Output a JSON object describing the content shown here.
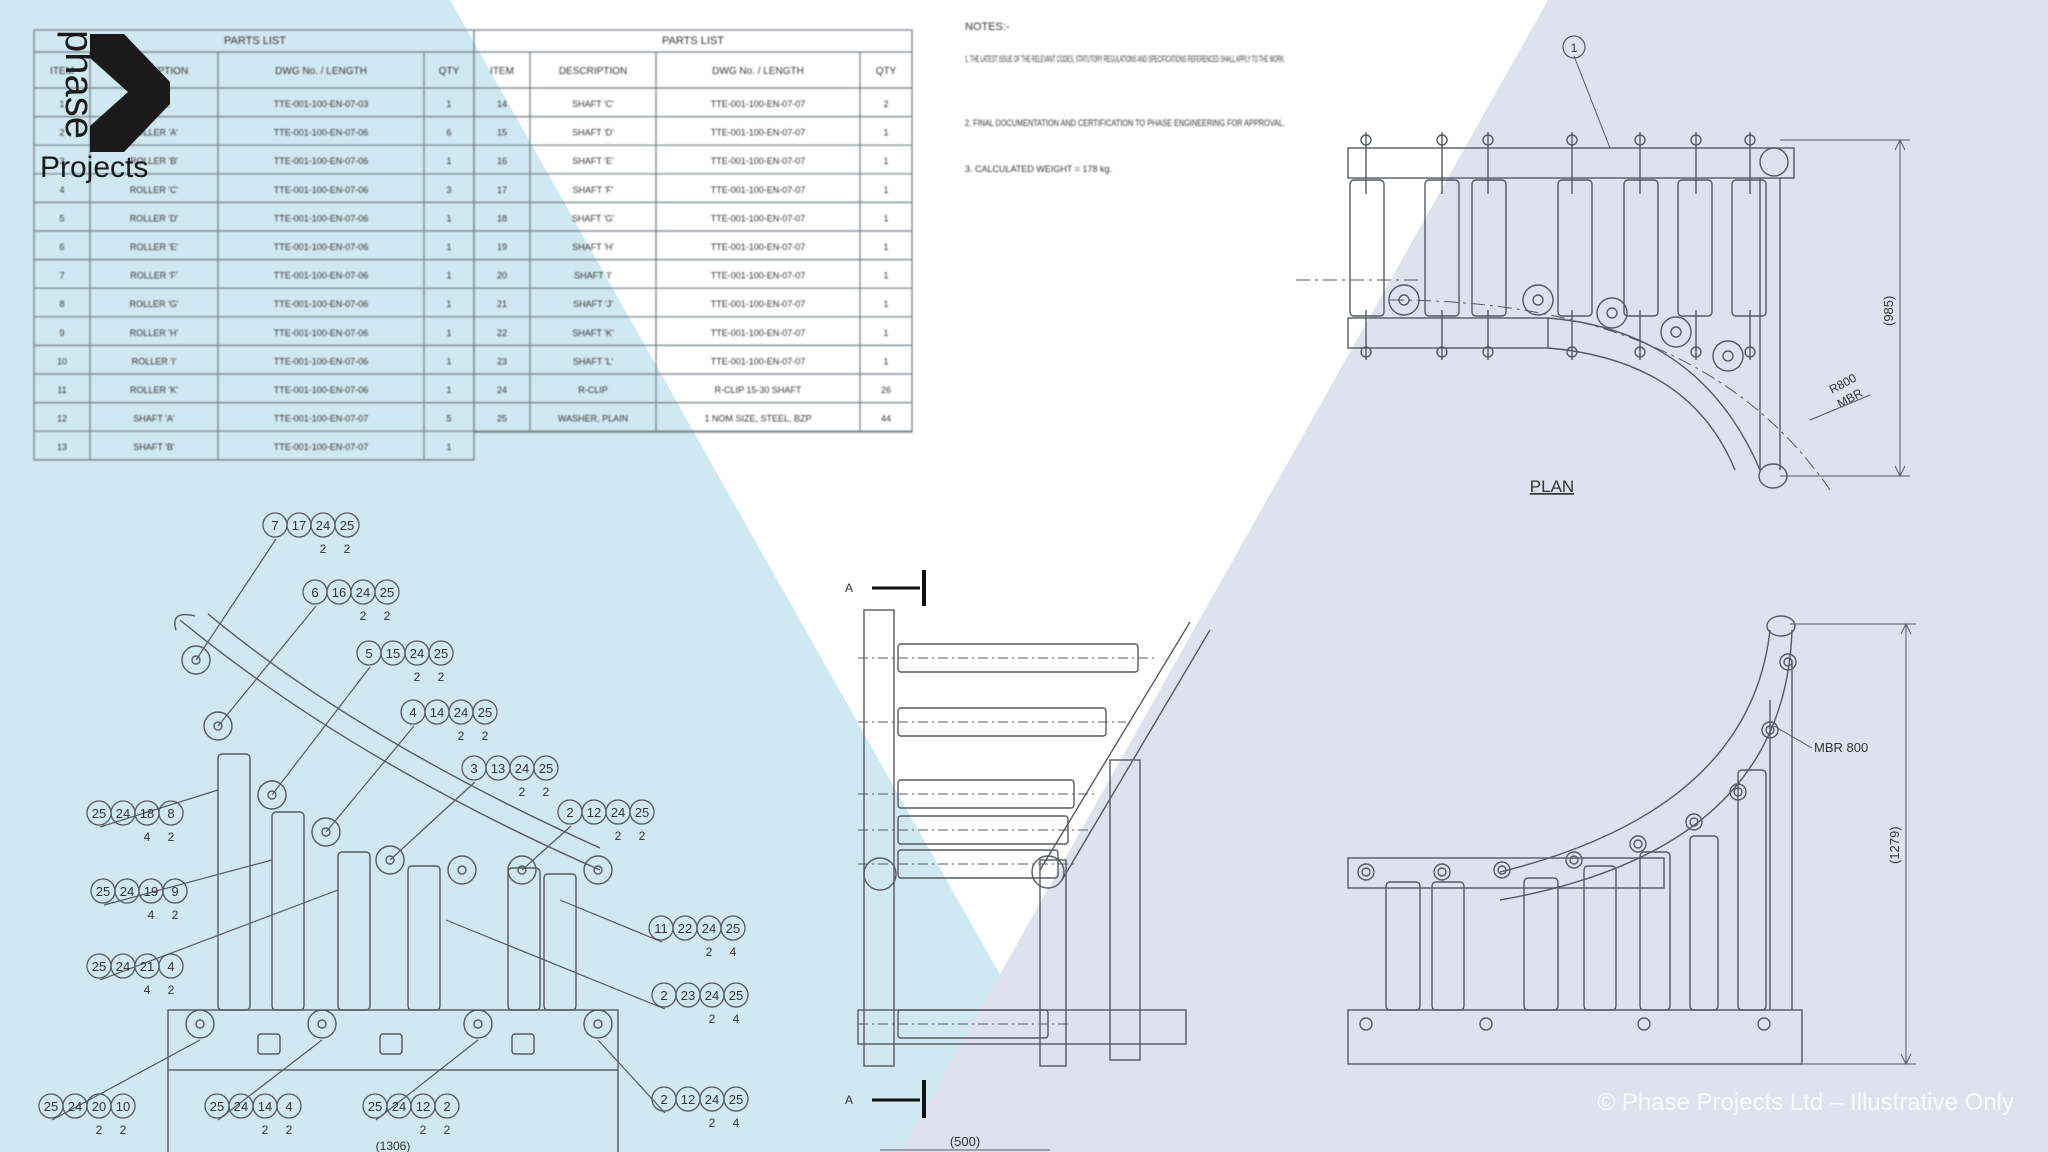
{
  "brand": {
    "word_top": "phase",
    "word_bottom": "Projects"
  },
  "parts_list": {
    "title_left": "PARTS LIST",
    "title_right": "PARTS LIST",
    "headers": [
      "ITEM",
      "DESCRIPTION",
      "DWG No. / LENGTH",
      "QTY"
    ],
    "left_rows": [
      [
        "1",
        "FRAME",
        "TTE-001-100-EN-07-03",
        "1"
      ],
      [
        "2",
        "ROLLER 'A'",
        "TTE-001-100-EN-07-06",
        "6"
      ],
      [
        "3",
        "ROLLER 'B'",
        "TTE-001-100-EN-07-06",
        "1"
      ],
      [
        "4",
        "ROLLER 'C'",
        "TTE-001-100-EN-07-06",
        "3"
      ],
      [
        "5",
        "ROLLER 'D'",
        "TTE-001-100-EN-07-06",
        "1"
      ],
      [
        "6",
        "ROLLER 'E'",
        "TTE-001-100-EN-07-06",
        "1"
      ],
      [
        "7",
        "ROLLER 'F'",
        "TTE-001-100-EN-07-06",
        "1"
      ],
      [
        "8",
        "ROLLER 'G'",
        "TTE-001-100-EN-07-06",
        "1"
      ],
      [
        "9",
        "ROLLER 'H'",
        "TTE-001-100-EN-07-06",
        "1"
      ],
      [
        "10",
        "ROLLER 'I'",
        "TTE-001-100-EN-07-06",
        "1"
      ],
      [
        "11",
        "ROLLER 'K'",
        "TTE-001-100-EN-07-06",
        "1"
      ],
      [
        "12",
        "SHAFT 'A'",
        "TTE-001-100-EN-07-07",
        "5"
      ],
      [
        "13",
        "SHAFT 'B'",
        "TTE-001-100-EN-07-07",
        "1"
      ]
    ],
    "right_rows": [
      [
        "14",
        "SHAFT 'C'",
        "TTE-001-100-EN-07-07",
        "2"
      ],
      [
        "15",
        "SHAFT 'D'",
        "TTE-001-100-EN-07-07",
        "1"
      ],
      [
        "16",
        "SHAFT 'E'",
        "TTE-001-100-EN-07-07",
        "1"
      ],
      [
        "17",
        "SHAFT 'F'",
        "TTE-001-100-EN-07-07",
        "1"
      ],
      [
        "18",
        "SHAFT 'G'",
        "TTE-001-100-EN-07-07",
        "1"
      ],
      [
        "19",
        "SHAFT 'H'",
        "TTE-001-100-EN-07-07",
        "1"
      ],
      [
        "20",
        "SHAFT 'I'",
        "TTE-001-100-EN-07-07",
        "1"
      ],
      [
        "21",
        "SHAFT 'J'",
        "TTE-001-100-EN-07-07",
        "1"
      ],
      [
        "22",
        "SHAFT 'K'",
        "TTE-001-100-EN-07-07",
        "1"
      ],
      [
        "23",
        "SHAFT 'L'",
        "TTE-001-100-EN-07-07",
        "1"
      ],
      [
        "24",
        "R-CLIP",
        "R-CLIP 15-30 SHAFT",
        "26"
      ],
      [
        "25",
        "WASHER, PLAIN",
        "1 NOM SIZE, STEEL, BZP",
        "44"
      ]
    ]
  },
  "notes": {
    "title": "NOTES:-",
    "items": [
      "1. THE LATEST ISSUE OF THE RELEVANT CODES, STATUTORY REGULATIONS AND SPECIFICATIONS REFERENCED SHALL APPLY TO THE WORK.",
      "2. FINAL DOCUMENTATION AND CERTIFICATION TO PHASE ENGINEERING FOR APPROVAL.",
      "3. CALCULATED WEIGHT = 178 kg."
    ]
  },
  "plan_view": {
    "title": "PLAN",
    "balloon": "1",
    "dim_height": "(985)",
    "radius_line1": "R800",
    "radius_line2": "MBR"
  },
  "side_view": {
    "section_label_top": "A",
    "section_label_bottom": "A",
    "dim_width": "(500)"
  },
  "front_view": {
    "radius_label": "MBR 800",
    "dim_height": "(1279)"
  },
  "elevation_view": {
    "dim_width": "(1306)",
    "callout_groups": [
      {
        "nums": [
          "7",
          "17",
          "24",
          "25"
        ],
        "qty": [
          "2",
          "2"
        ]
      },
      {
        "nums": [
          "6",
          "16",
          "24",
          "25"
        ],
        "qty": [
          "2",
          "2"
        ]
      },
      {
        "nums": [
          "5",
          "15",
          "24",
          "25"
        ],
        "qty": [
          "2",
          "2"
        ]
      },
      {
        "nums": [
          "4",
          "14",
          "24",
          "25"
        ],
        "qty": [
          "2",
          "2"
        ]
      },
      {
        "nums": [
          "3",
          "13",
          "24",
          "25"
        ],
        "qty": [
          "2",
          "2"
        ]
      },
      {
        "nums": [
          "2",
          "12",
          "24",
          "25"
        ],
        "qty": [
          "2",
          "2"
        ]
      },
      {
        "nums": [
          "25",
          "24",
          "18",
          "8"
        ],
        "qty": [
          "4",
          "2"
        ]
      },
      {
        "nums": [
          "25",
          "24",
          "19",
          "9"
        ],
        "qty": [
          "4",
          "2"
        ]
      },
      {
        "nums": [
          "25",
          "24",
          "21",
          "4"
        ],
        "qty": [
          "4",
          "2"
        ]
      },
      {
        "nums": [
          "11",
          "22",
          "24",
          "25"
        ],
        "qty": [
          "2",
          "4"
        ]
      },
      {
        "nums": [
          "2",
          "23",
          "24",
          "25"
        ],
        "qty": [
          "2",
          "4"
        ]
      },
      {
        "nums": [
          "2",
          "12",
          "24",
          "25"
        ],
        "qty": [
          "2",
          "4"
        ]
      },
      {
        "nums": [
          "25",
          "24",
          "20",
          "10"
        ],
        "qty": [
          "2",
          "2"
        ]
      },
      {
        "nums": [
          "25",
          "24",
          "14",
          "4"
        ],
        "qty": [
          "2",
          "2"
        ]
      },
      {
        "nums": [
          "25",
          "24",
          "12",
          "2"
        ],
        "qty": [
          "2",
          "2"
        ]
      }
    ]
  },
  "watermark": "© Phase Projects Ltd – Illustrative Only",
  "colors": {
    "left_overlay": "#cfe8f1",
    "right_overlay": "#dfe1ee",
    "line": "#555a60",
    "brand": "#1a1a1a"
  }
}
